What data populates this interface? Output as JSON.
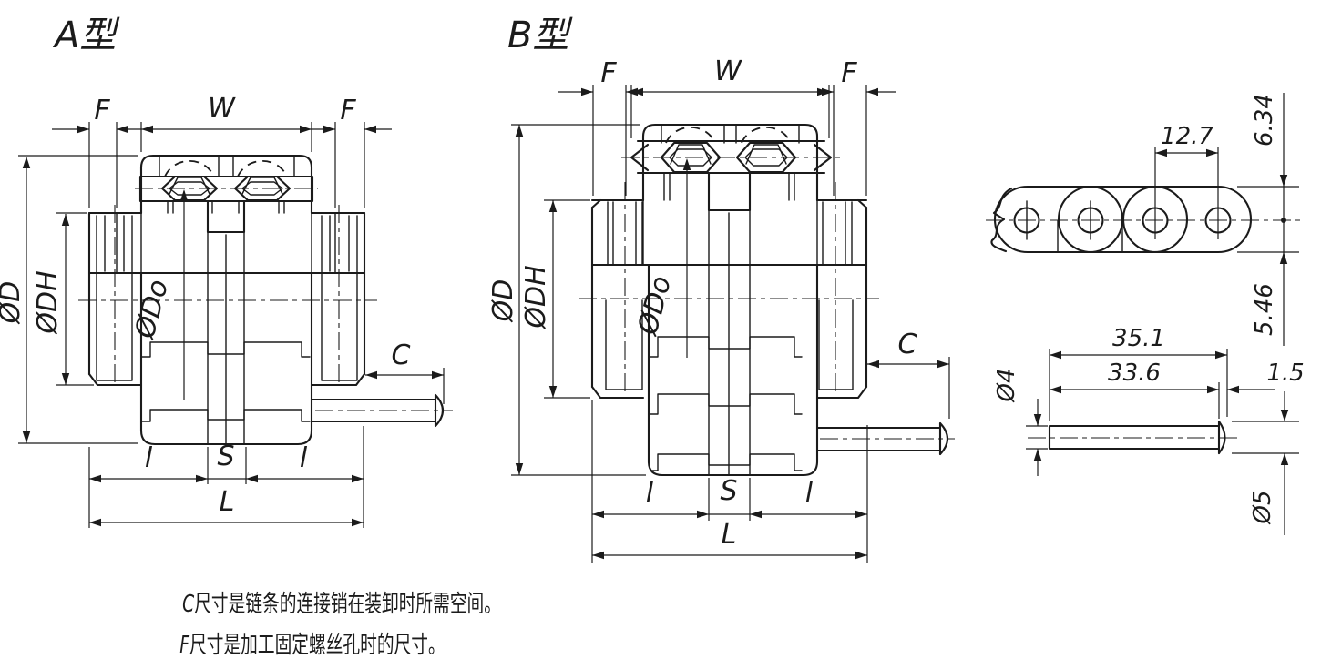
{
  "page": {
    "background": "#ffffff",
    "line_color": "#1b1b1b"
  },
  "views": {
    "type_a": {
      "title": "A型",
      "f_left": "F",
      "w": "W",
      "f_right": "F",
      "d": "ØD",
      "dh": "ØDH",
      "do": "ØDo",
      "c": "C",
      "l_left": "l",
      "s": "S",
      "l_right": "l",
      "total": "L"
    },
    "type_b": {
      "title": "B型",
      "f_left": "F",
      "w": "W",
      "f_right": "F",
      "d": "ØD",
      "dh": "ØDH",
      "do": "ØDo",
      "c": "C",
      "l_left": "l",
      "s": "S",
      "l_right": "l",
      "total": "L"
    },
    "chain": {
      "pitch": "12.7",
      "half_height_top": "6.34",
      "half_height_bottom": "5.46"
    },
    "pin": {
      "length_total": "35.1",
      "length_shaft": "33.6",
      "head_thickness": "1.5",
      "shaft_dia": "Ø4",
      "head_dia": "Ø5"
    }
  },
  "notes": {
    "note1_prefix": "C",
    "note1_body": "尺寸是链条的连接销在装卸时所需空间。",
    "note2_prefix": "F",
    "note2_body": "尺寸是加工固定螺丝孔时的尺寸。"
  }
}
